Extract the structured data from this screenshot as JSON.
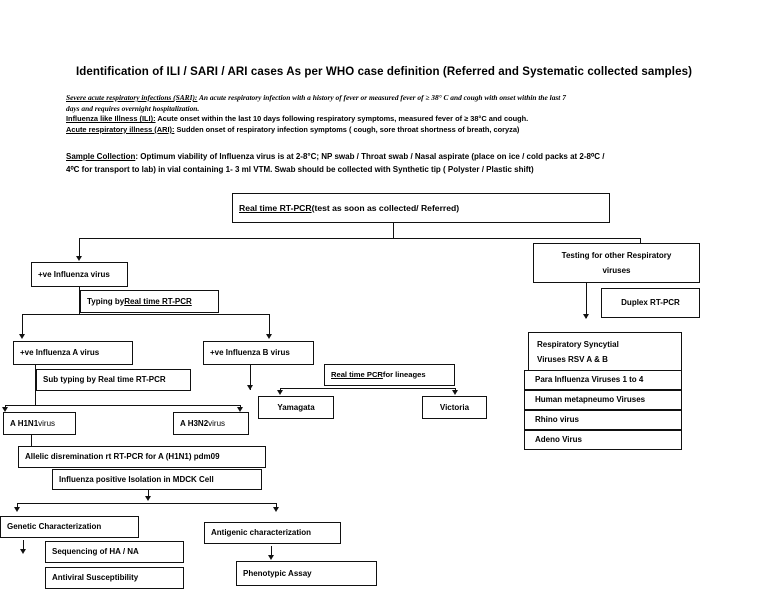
{
  "document": {
    "title": "Identification of ILI / SARI / ARI cases As per WHO case definition (Referred and Systematic collected samples)",
    "definitions": [
      {
        "term": "Severe acute respiratory infections (SARI):",
        "line1": "An acute respiratory infection with a history of fever or measured fever of  ≥ 38° C and cough with onset within the last 7",
        "line2": "days and requires overnight hospitalization."
      },
      {
        "term": "Influenza  like Illness (ILI):",
        "line1": "Acute onset within the last 10 days following respiratory symptoms, measured fever of ≥ 38°C  and cough."
      },
      {
        "term": "Acute respiratory illness (ARI):",
        "line1": "Sudden onset of respiratory infection symptoms ( cough,  sore throat shortness of breath,  coryza)"
      }
    ],
    "sample_collection": {
      "label": "Sample Collection",
      "line1": ": Optimum viability of Influenza virus is at 2-8°C; NP swab / Throat swab / Nasal aspirate (place on ice / cold packs at 2-8⁰C /",
      "line2": "4⁰C for transport to lab) in vial containing 1- 3 ml VTM.  Swab should be collected with Synthetic tip ( Polyster / Plastic shift)"
    }
  },
  "flow": {
    "root": {
      "underlined": "Real time RT-PCR",
      "rest": " (test as soon as collected/ Referred)"
    },
    "positive_influenza": "+ve Influenza virus",
    "typing": {
      "prefix": "Typing by ",
      "underlined": "Real time RT-PCR"
    },
    "influenza_a": "+ve Influenza A virus",
    "influenza_b": "+ve Influenza B virus",
    "subtyping": "Sub typing by Real time RT-PCR",
    "lineages": {
      "underlined": "Real time PCR",
      "rest": " for lineages"
    },
    "a_h1n1": {
      "bold": "A H1N1",
      "rest": " virus"
    },
    "a_h3n2": {
      "bold": "A H3N2",
      "rest": " virus"
    },
    "yamagata": "Yamagata",
    "victoria": "Victoria",
    "allelic": "Allelic disremination rt RT-PCR for A (H1N1) pdm09",
    "isolation": "Influenza positive Isolation in MDCK  Cell",
    "genetic_characterization": "Genetic Characterization",
    "sequencing": "Sequencing of HA / NA",
    "antiviral": "Antiviral Susceptibility",
    "antigenic_characterization": "Antigenic characterization",
    "phenotypic_assay": "Phenotypic Assay"
  },
  "other_respiratory": {
    "header_line1": "Testing for other Respiratory",
    "header_line2": "viruses",
    "duplex": "Duplex RT-PCR",
    "viruses": [
      {
        "line1": "Respiratory Syncytial",
        "line2": "Viruses RSV A & B"
      },
      {
        "line1": "Para Influenza Viruses 1 to 4"
      },
      {
        "line1": "Human metapneumo Viruses"
      },
      {
        "line1": "Rhino virus"
      },
      {
        "line1": "Adeno Virus"
      }
    ]
  }
}
